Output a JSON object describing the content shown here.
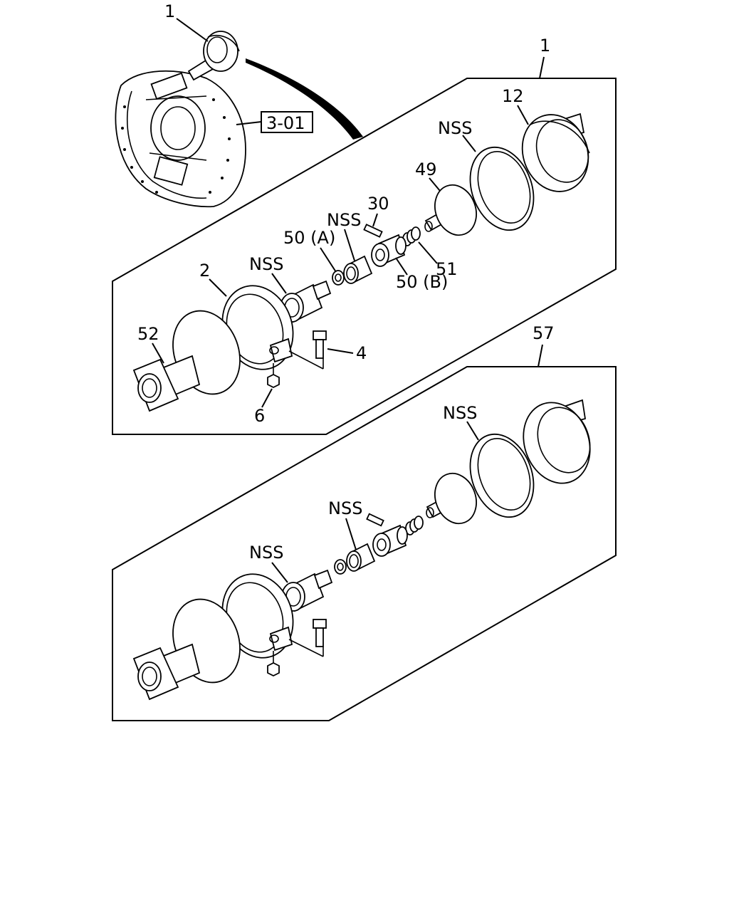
{
  "ref_box": "3-01",
  "top_assembly": {
    "number": "1",
    "parts": {
      "p1": "1",
      "p12": "12",
      "nss_ring": "NSS",
      "p49": "49",
      "p30": "30",
      "nss_bushing": "NSS",
      "p50a": "50 (A)",
      "p51": "51",
      "p50b": "50 (B)",
      "nss_piston": "NSS",
      "p2": "2",
      "p52": "52",
      "p4": "4",
      "p6": "6"
    }
  },
  "bottom_assembly": {
    "number": "57",
    "parts": {
      "nss_ring": "NSS",
      "nss_bushing": "NSS",
      "nss_piston": "NSS"
    }
  }
}
